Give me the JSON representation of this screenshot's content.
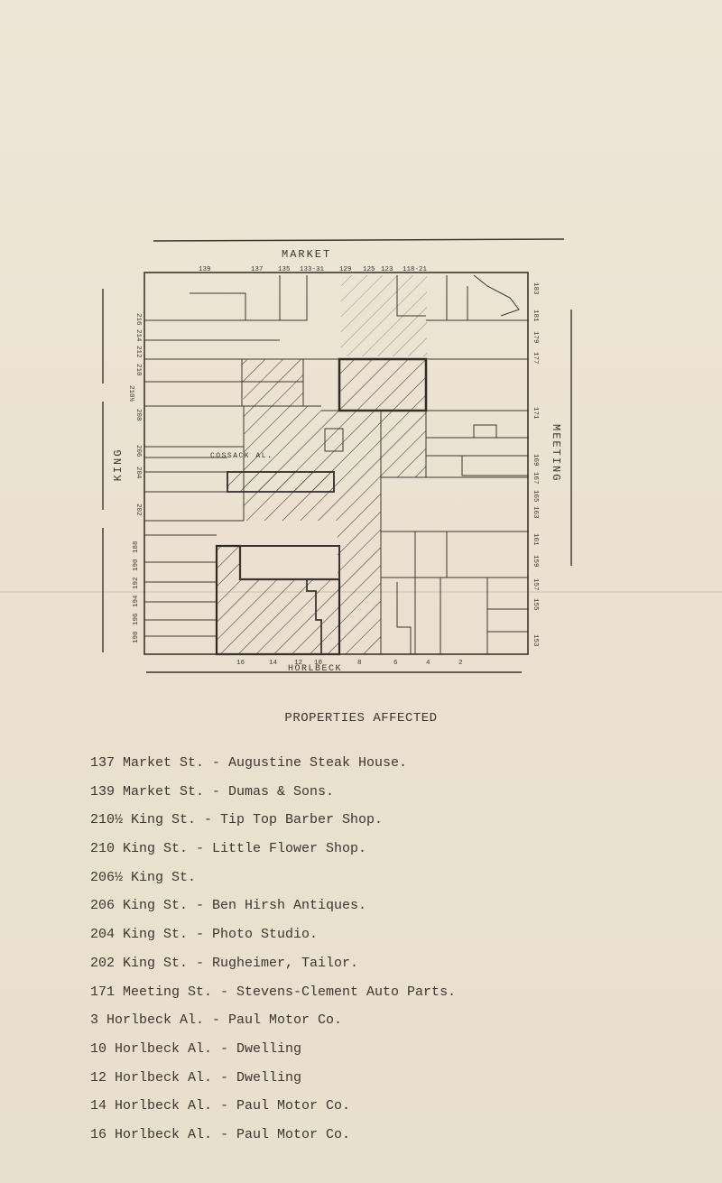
{
  "map": {
    "streets": {
      "north": "MARKET",
      "south": "HORLBECK",
      "west": "KING",
      "east": "MEETING",
      "alley": "COSSACK AL."
    },
    "north_numbers": [
      "139",
      "137",
      "135",
      "133-31",
      "129",
      "125",
      "123",
      "118-21"
    ],
    "south_numbers": [
      "16",
      "14",
      "12",
      "10",
      "8",
      "6",
      "4",
      "2"
    ],
    "west_numbers_top": [
      "216",
      "214",
      "212",
      "210",
      "210½",
      "208",
      "206",
      "204",
      "202"
    ],
    "west_numbers_bottom": [
      "198",
      "196",
      "194",
      "192",
      "190",
      "188"
    ],
    "east_numbers": [
      "183",
      "181",
      "179",
      "177",
      "171",
      "169",
      "167",
      "165",
      "163",
      "161",
      "159",
      "157",
      "155",
      "153"
    ]
  },
  "heading": "PROPERTIES AFFECTED",
  "properties": [
    "137 Market St. - Augustine Steak House.",
    "139 Market St. - Dumas & Sons.",
    "210½ King St. - Tip Top Barber Shop.",
    "210 King St. - Little Flower Shop.",
    "206½ King St.",
    "206 King St. - Ben Hirsh Antiques.",
    "204 King St. - Photo Studio.",
    "202 King St. - Rugheimer, Tailor.",
    "171 Meeting St. - Stevens-Clement Auto Parts.",
    "3 Horlbeck Al. - Paul Motor Co.",
    "10 Horlbeck Al. - Dwelling",
    "12 Horlbeck Al. - Dwelling",
    "14 Horlbeck Al. - Paul Motor Co.",
    "16 Horlbeck Al. - Paul Motor Co."
  ]
}
